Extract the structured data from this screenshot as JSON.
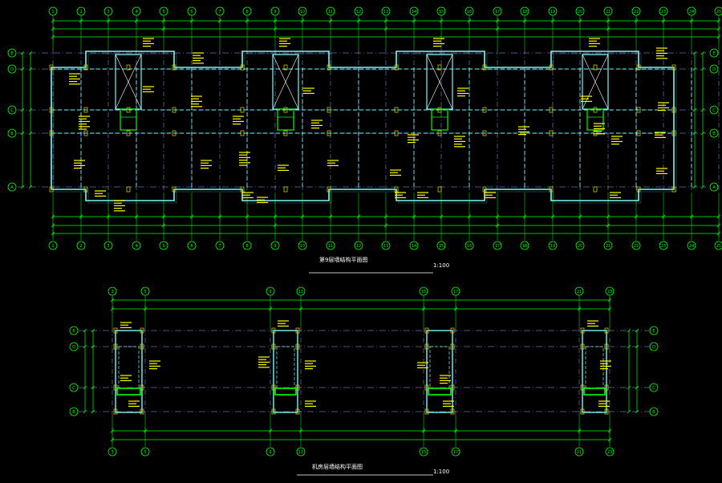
{
  "colors": {
    "background": "#000000",
    "grid": "#00ff00",
    "wall": "#7ff5f5",
    "dashed": "#9aa6ff",
    "annotation": "#ffff00",
    "title": "#ffffff",
    "column": "#c8c800"
  },
  "plan_upper": {
    "title": "第9层墙结构平面图",
    "scale": "1:100",
    "axes_x": [
      "1",
      "2",
      "3",
      "4",
      "5",
      "6",
      "7",
      "8",
      "9",
      "10",
      "11",
      "12",
      "13",
      "14",
      "15",
      "16",
      "17",
      "18",
      "19",
      "20",
      "21",
      "22",
      "23",
      "24",
      "25"
    ],
    "axes_y": [
      "A",
      "B",
      "C",
      "D",
      "E"
    ],
    "stair_cores": 4
  },
  "plan_lower": {
    "title": "机房层墙结构平面图",
    "scale": "1:100",
    "axes_x": [
      "3",
      "5",
      "9",
      "11",
      "15",
      "17",
      "21",
      "23"
    ],
    "axes_y": [
      "B",
      "C",
      "D",
      "E"
    ],
    "stair_cores": 4
  }
}
